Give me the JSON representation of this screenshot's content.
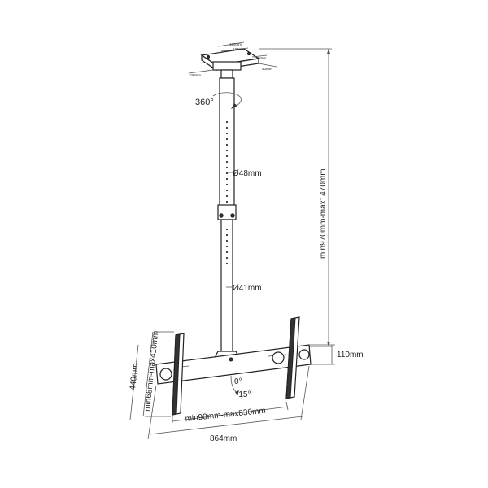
{
  "labels": {
    "rotation": "360°",
    "upper_pole_diameter": "Ø48mm",
    "lower_pole_diameter": "Ø41mm",
    "height_range": "min970mm-max1470mm",
    "wall_depth": "110mm",
    "tilt_zero": "0°",
    "tilt_minus": "-15°",
    "vertical_span": "min68mm-max410mm",
    "plate_height": "440mm",
    "horizontal_span": "min90mm-max830mm",
    "overall_width": "864mm",
    "ceiling_plate_w1": "160mm",
    "ceiling_plate_w2": "133mm",
    "ceiling_plate_d1": "130mm",
    "ceiling_plate_d2": "40mm",
    "ceiling_plate_d3": "100mm"
  }
}
